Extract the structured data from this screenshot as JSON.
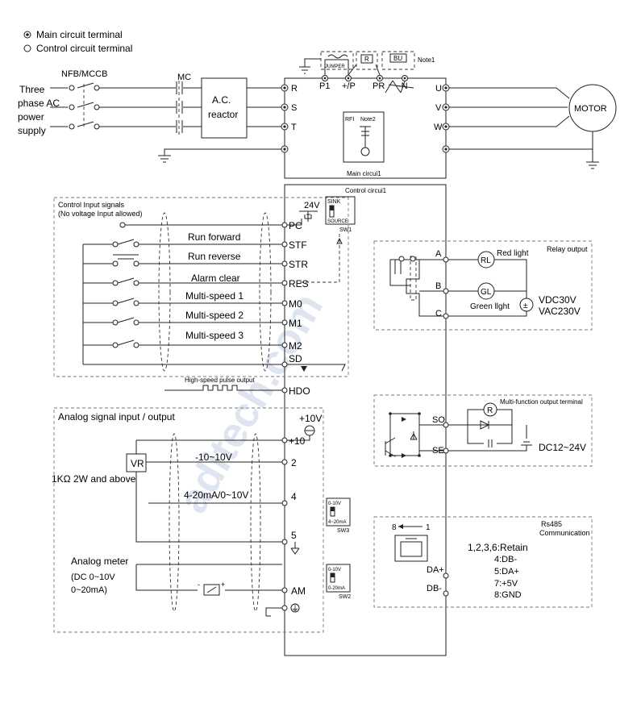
{
  "legend": {
    "main_terminal": "Main circuit terminal",
    "control_terminal": "Control circuit terminal"
  },
  "power": {
    "nfb": "NFB/MCCB",
    "mc": "MC",
    "supply": [
      "Three",
      "phase AC",
      "power",
      "supply"
    ],
    "reactor": [
      "A.C.",
      "reactor"
    ],
    "motor": "MOTOR"
  },
  "main_circuit": {
    "title": "Main circui1",
    "inputs": [
      "R",
      "S",
      "T"
    ],
    "outputs": [
      "U",
      "V",
      "W"
    ],
    "dc_terminals": [
      "P1",
      "+/P",
      "PR",
      "-N"
    ],
    "jumper": "JUMPER",
    "resistor": "R",
    "bu": "BU",
    "note1": "Note1",
    "rfi": "RFI",
    "note2": "Note2"
  },
  "control_circuit": {
    "title": "Control circui1",
    "input_box_title": [
      "Control Input signals",
      "(No voltage Input allowed)"
    ],
    "supply_24v": "24V",
    "sink": "SINK",
    "source": "SOURCE",
    "sw1": "SW1",
    "terminals": [
      "PC",
      "STF",
      "STR",
      "RES",
      "M0",
      "M1",
      "M2",
      "SD"
    ],
    "signals": [
      "Run forward",
      "Run reverse",
      "Alarm clear",
      "Multi-speed 1",
      "Multi-speed 2",
      "Multi-speed 3"
    ],
    "hdo_label": "High-speed pulse output",
    "hdo": "HDO"
  },
  "relay": {
    "title": "Relay output",
    "terminals": [
      "A",
      "B",
      "C"
    ],
    "rl": "RL",
    "gl": "GL",
    "red": "Red light",
    "green": "Green llght",
    "vdc": "VDC30V",
    "vac": "VAC230V"
  },
  "multifunction": {
    "title": "Multi-function output terminal",
    "terminals": [
      "SO",
      "SE"
    ],
    "r": "R",
    "dc": "DC12~24V"
  },
  "analog": {
    "title": "Analog signal input / output",
    "v10": "+10V",
    "terminals": [
      "+10",
      "2",
      "4",
      "5",
      "AM"
    ],
    "vr": "VR",
    "resistor_spec": "1KΩ 2W and above",
    "range1": "-10~10V",
    "range2": "4-20mA/0~10V",
    "meter": [
      "Analog meter",
      "(DC 0~10V",
      "0~20mA)"
    ],
    "sw3": [
      "0-10V",
      "4~20mA",
      "SW3"
    ],
    "sw2": [
      "0-10V",
      "0-20mA",
      "SW2"
    ],
    "earth": "⏚"
  },
  "rs485": {
    "title": [
      "Rs485",
      "Communication"
    ],
    "pin_from": "8",
    "pin_to": "1",
    "pins": [
      "1,2,3,6:Retain",
      "4:DB-",
      "5:DA+",
      "7:+5V",
      "8:GND"
    ],
    "terminals": [
      "DA+",
      "DB-"
    ]
  },
  "watermark": "aditech.com"
}
